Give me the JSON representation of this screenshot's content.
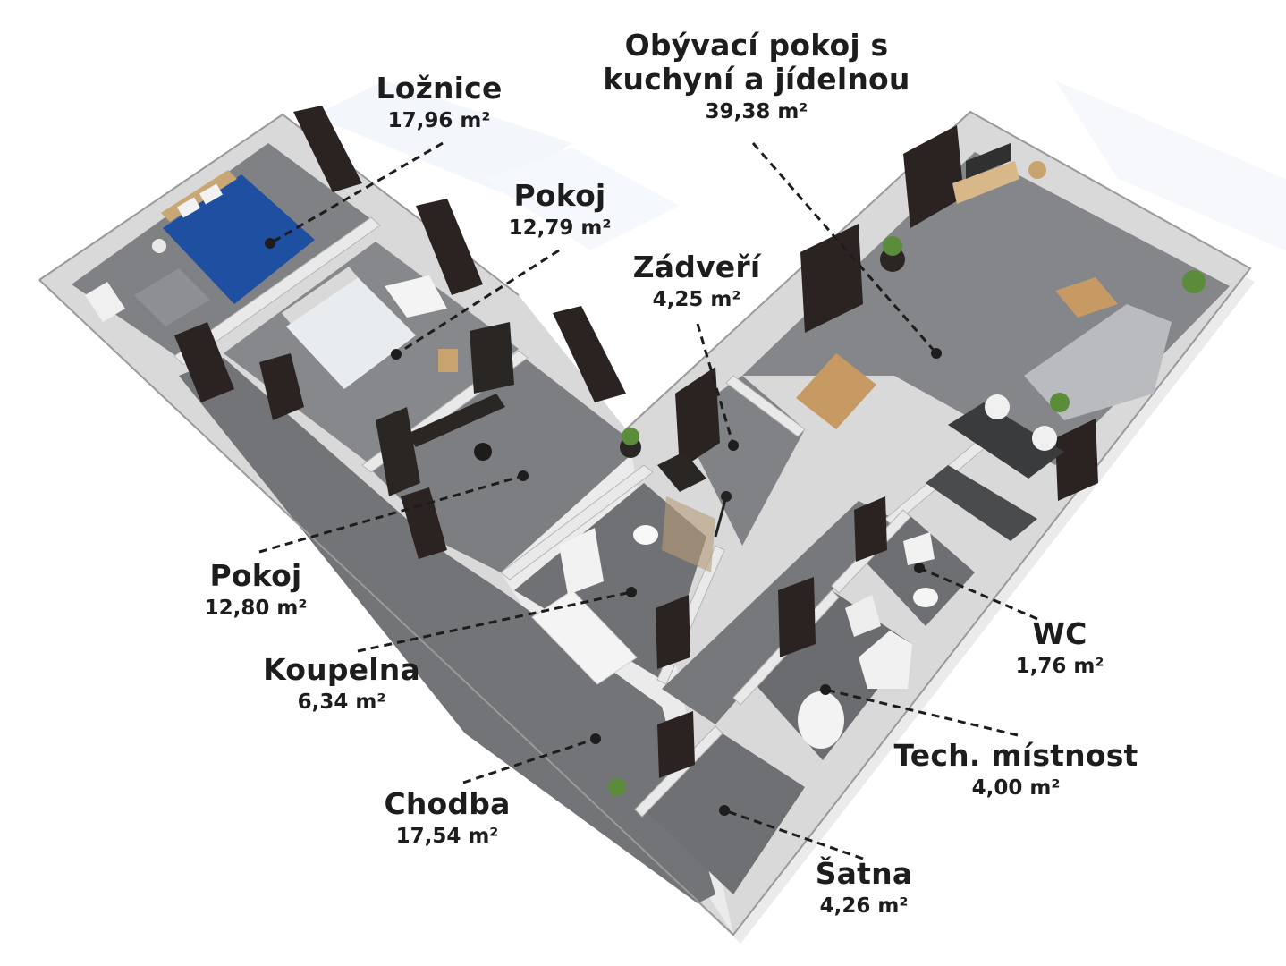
{
  "rooms": [
    {
      "id": "loznice",
      "name": "Ložnice",
      "area": "17,96 m²"
    },
    {
      "id": "obyvaci",
      "name_line1": "Obývací pokoj s",
      "name_line2": "kuchyní a jídelnou",
      "area": "39,38 m²"
    },
    {
      "id": "pokoj1",
      "name": "Pokoj",
      "area": "12,79 m²"
    },
    {
      "id": "zadveri",
      "name": "Zádveří",
      "area": "4,25 m²"
    },
    {
      "id": "pokoj2",
      "name": "Pokoj",
      "area": "12,80 m²"
    },
    {
      "id": "koupelna",
      "name": "Koupelna",
      "area": "6,34 m²"
    },
    {
      "id": "wc",
      "name": "WC",
      "area": "1,76 m²"
    },
    {
      "id": "tech",
      "name": "Tech. místnost",
      "area": "4,00 m²"
    },
    {
      "id": "chodba",
      "name": "Chodba",
      "area": "17,54 m²"
    },
    {
      "id": "satna",
      "name": "Šatna",
      "area": "4,26 m²"
    }
  ],
  "colors": {
    "wall_top": "#e6e6e6",
    "wall_side": "#a9a9a9",
    "floor": "#7d7f82",
    "floor_light": "#8b8d90",
    "door": "#2b2321",
    "bed_blue": "#1f4fa0",
    "text": "#1d1d1d",
    "leader": "#1d1d1d"
  }
}
